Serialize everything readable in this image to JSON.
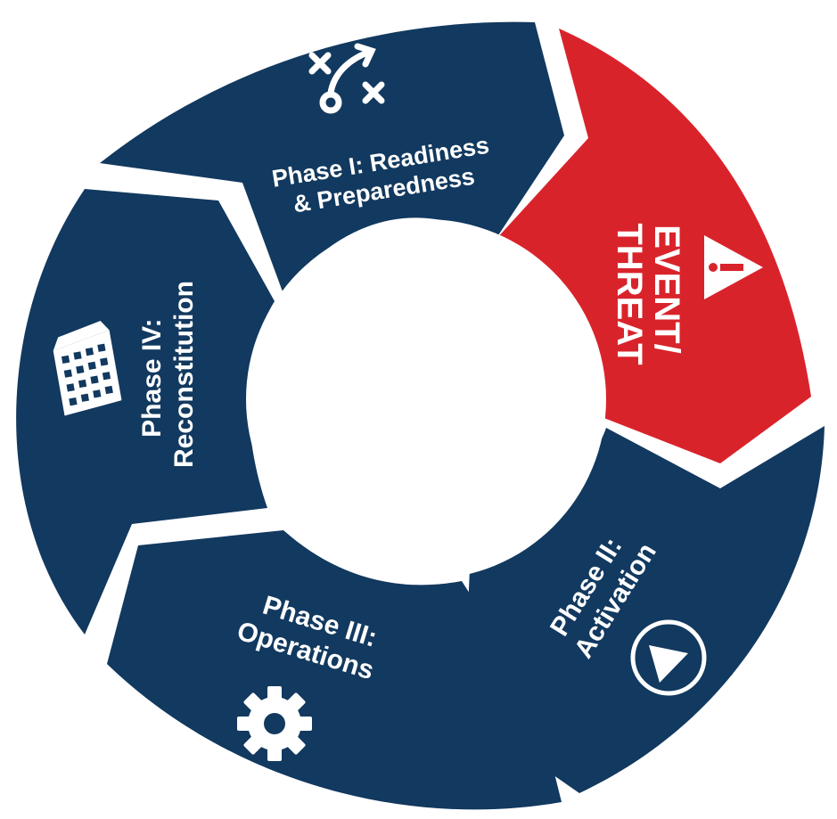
{
  "colors": {
    "phase": "#12395f",
    "threat": "#d9232b",
    "background": "#ffffff",
    "text": "#ffffff"
  },
  "segments": [
    {
      "id": "phase-1",
      "lines": [
        "Phase I: Readiness",
        "& Preparedness"
      ],
      "icon": "playbook-icon"
    },
    {
      "id": "threat",
      "lines": [
        "EVENT/",
        "THREAT"
      ],
      "icon": "warning-icon"
    },
    {
      "id": "phase-2",
      "lines": [
        "Phase II:",
        "Activation"
      ],
      "icon": "play-icon"
    },
    {
      "id": "phase-3",
      "lines": [
        "Phase III:",
        "Operations"
      ],
      "icon": "gear-icon"
    },
    {
      "id": "phase-4",
      "lines": [
        "Phase IV:",
        "Reconstitution"
      ],
      "icon": "building-icon"
    }
  ]
}
